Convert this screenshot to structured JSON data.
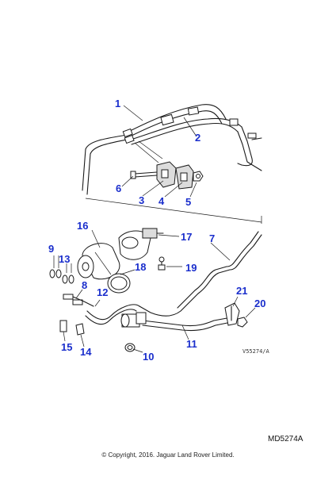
{
  "callouts": [
    "1",
    "2",
    "3",
    "4",
    "5",
    "6",
    "7",
    "8",
    "9",
    "10",
    "11",
    "12",
    "13",
    "14",
    "15",
    "16",
    "17",
    "18",
    "19",
    "20",
    "21"
  ],
  "reference_code": "V55274/A",
  "document_id": "MD5274A",
  "copyright": "© Copyright, 2016. Jaguar Land Rover Limited.",
  "colors": {
    "callout": "#1a2ecc",
    "line_art": "#1a1a1a"
  }
}
